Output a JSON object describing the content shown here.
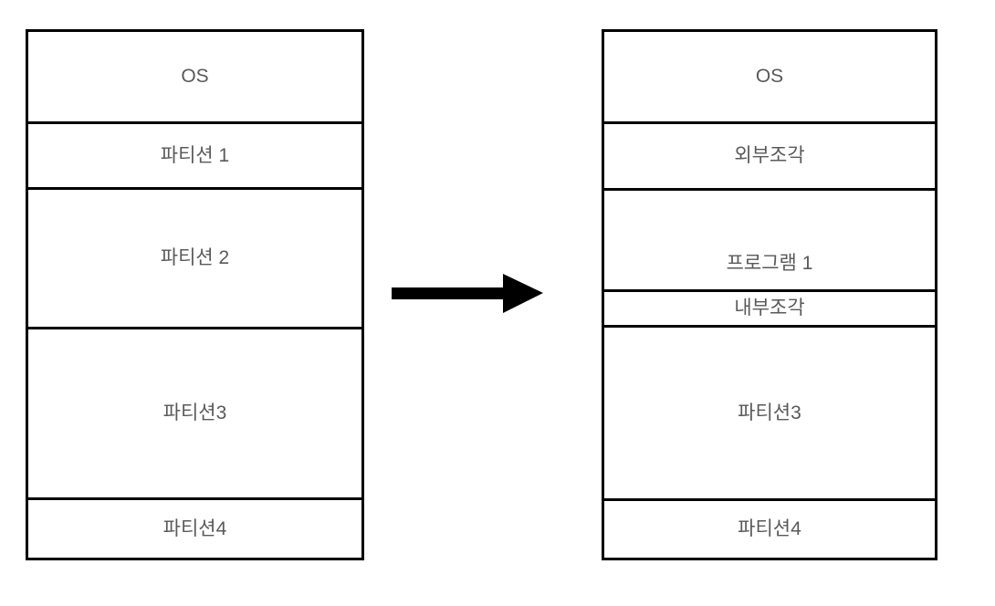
{
  "diagram": {
    "title": "memory-partitioning-fragmentation",
    "colors": {
      "border": "#000000",
      "text": "#595959",
      "background": "#ffffff",
      "arrow": "#000000"
    },
    "left_box": {
      "rows": [
        {
          "label": "OS"
        },
        {
          "label": "파티션 1"
        },
        {
          "label": "파티션 2"
        },
        {
          "label": "파티션3"
        },
        {
          "label": "파티션4"
        }
      ]
    },
    "arrow": {
      "direction": "right"
    },
    "right_box": {
      "rows": [
        {
          "label": "OS"
        },
        {
          "label": "외부조각"
        },
        {
          "label": "프로그램 1"
        },
        {
          "label": "내부조각"
        },
        {
          "label": "파티션3"
        },
        {
          "label": "파티션4"
        }
      ]
    }
  }
}
